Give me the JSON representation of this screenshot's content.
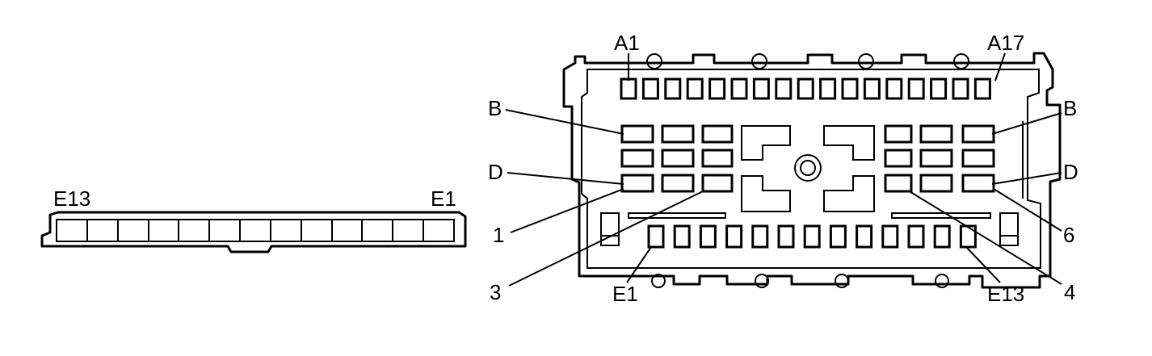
{
  "left_view": {
    "label_left": "E13",
    "label_right": "E1",
    "cavity_count": 13
  },
  "right_view": {
    "top_row": {
      "label_left": "A1",
      "label_right": "A17",
      "cavity_count": 17
    },
    "bottom_row": {
      "label_left": "E1",
      "label_right": "E13",
      "cavity_count": 13
    },
    "callouts": {
      "b_left": "B",
      "b_right": "B",
      "d_left": "D",
      "d_right": "D",
      "one": "1",
      "three": "3",
      "four": "4",
      "six": "6"
    }
  }
}
